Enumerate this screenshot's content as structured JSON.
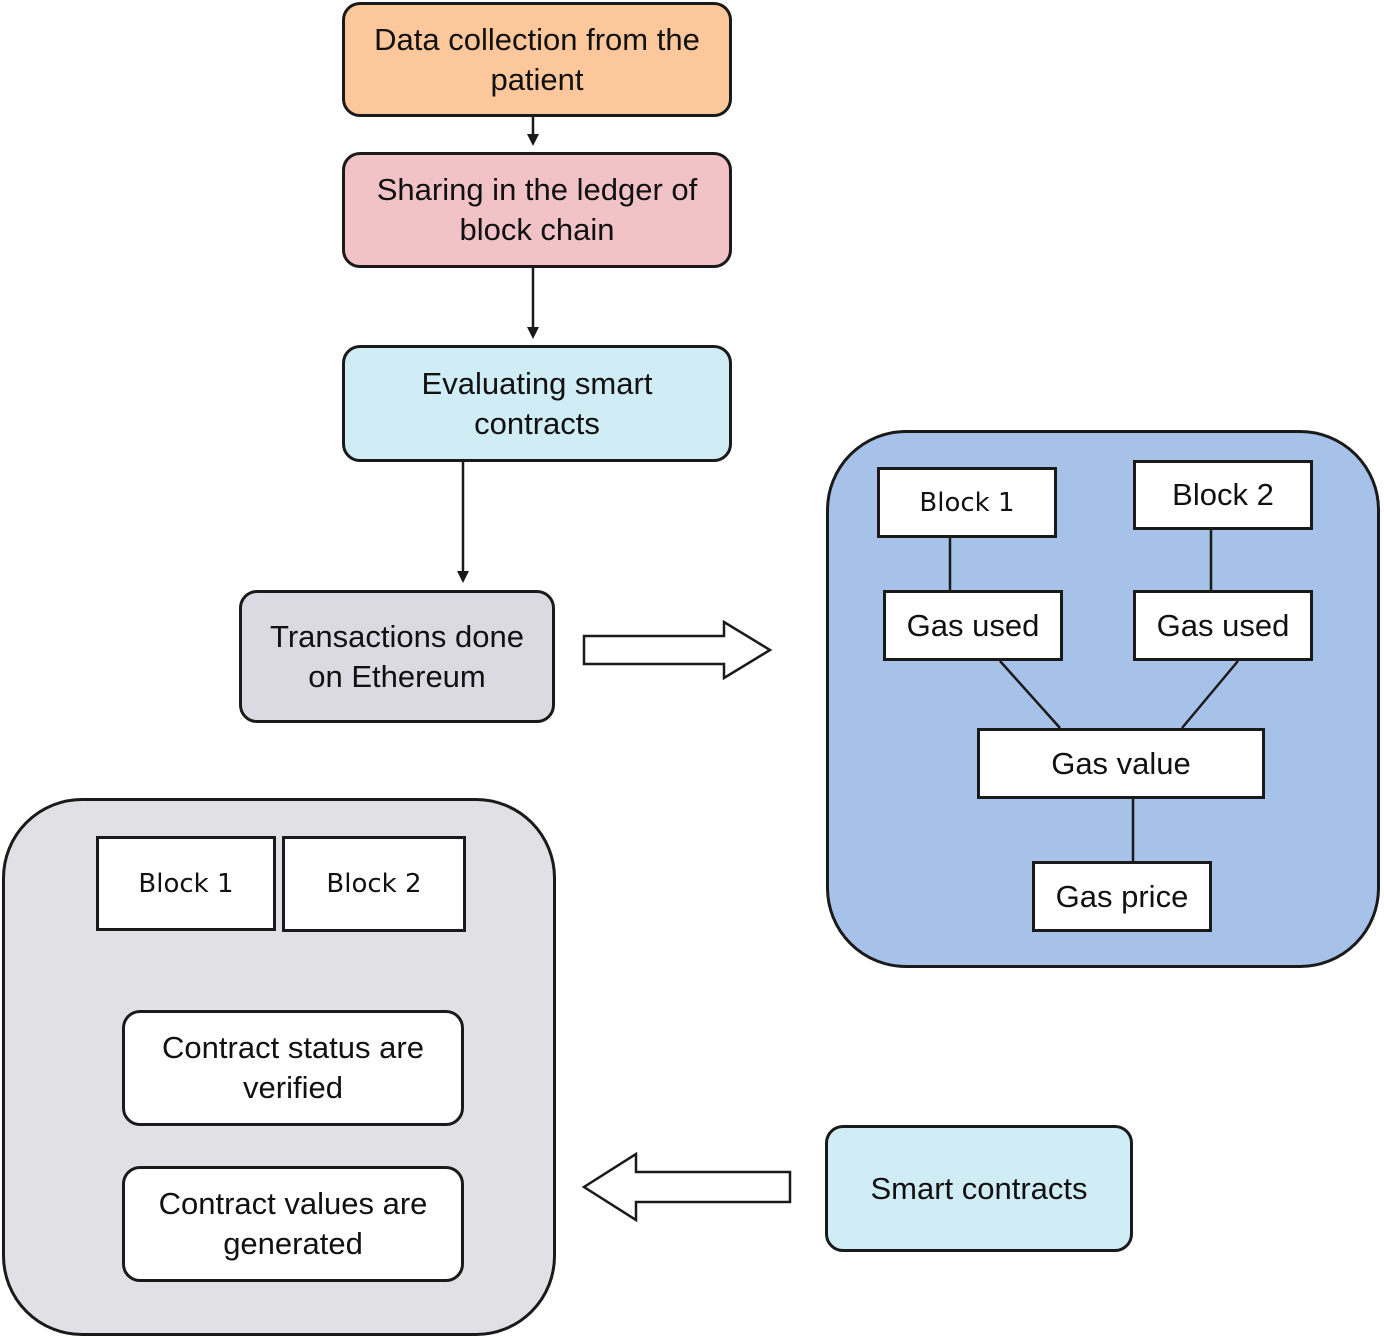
{
  "colors": {
    "orange_fill": "#fcc79a",
    "pink_fill": "#f2c3c6",
    "light_blue_fill": "#d0ecf4",
    "grey_fill": "#dbdae2",
    "blue_panel_fill": "#a6c2e8",
    "grey_panel_fill": "#e1e0e5",
    "stroke": "#1a1a1a"
  },
  "flow": {
    "step1": "Data collection from the patient",
    "step2": "Sharing in the ledger of block chain",
    "step3": "Evaluating smart contracts",
    "step4": "Transactions done on Ethereum"
  },
  "gas_panel": {
    "block1": "Block 1",
    "block2": "Block 2",
    "gas_used_1": "Gas used",
    "gas_used_2": "Gas used",
    "gas_value": "Gas value",
    "gas_price": "Gas price"
  },
  "contract_panel": {
    "block1": "Block 1",
    "block2": "Block 2",
    "status": "Contract status are verified",
    "values": "Contract values are generated"
  },
  "smart_contracts": "Smart contracts"
}
